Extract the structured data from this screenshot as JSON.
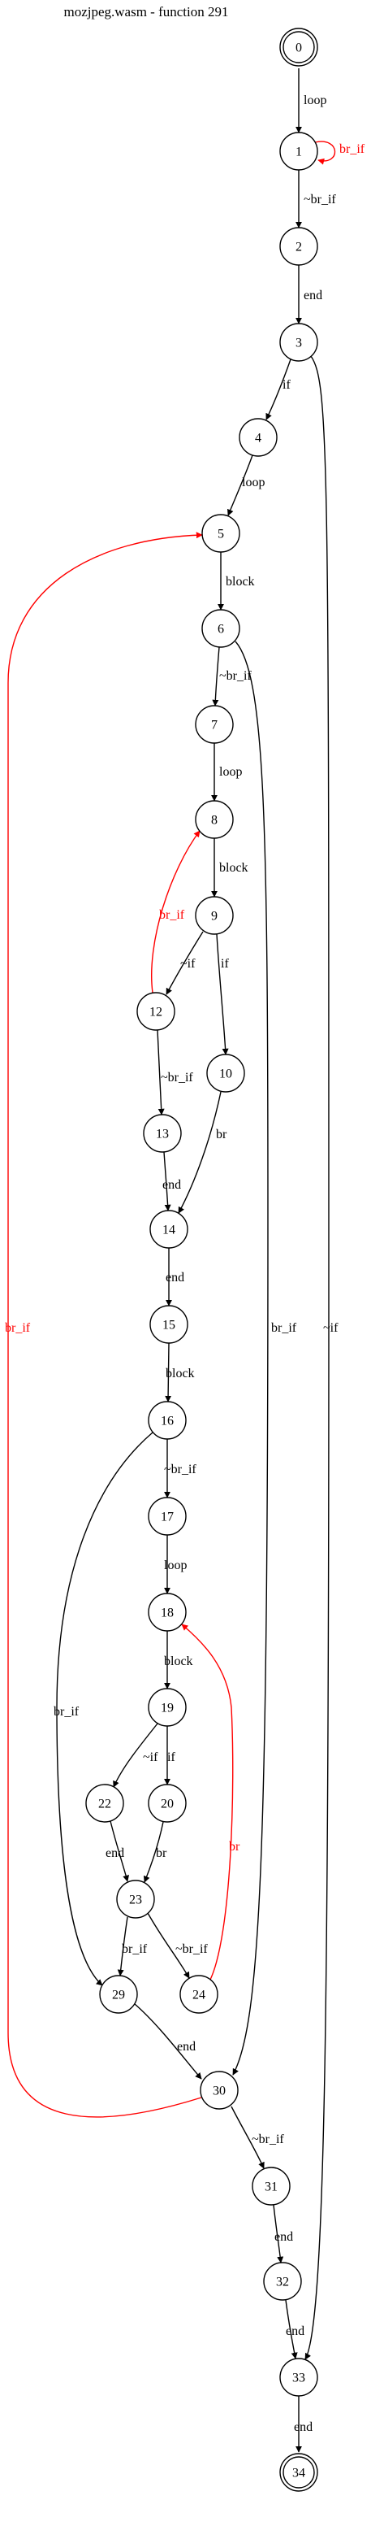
{
  "graph": {
    "title": "mozjpeg.wasm - function 291",
    "colors": {
      "normal": "#000000",
      "branch": "#ff0000"
    },
    "nodes": [
      {
        "id": "0",
        "terminal": true
      },
      {
        "id": "1"
      },
      {
        "id": "2"
      },
      {
        "id": "3"
      },
      {
        "id": "4"
      },
      {
        "id": "5"
      },
      {
        "id": "6"
      },
      {
        "id": "7"
      },
      {
        "id": "8"
      },
      {
        "id": "9"
      },
      {
        "id": "12"
      },
      {
        "id": "10"
      },
      {
        "id": "13"
      },
      {
        "id": "14"
      },
      {
        "id": "15"
      },
      {
        "id": "16"
      },
      {
        "id": "17"
      },
      {
        "id": "18"
      },
      {
        "id": "19"
      },
      {
        "id": "22"
      },
      {
        "id": "20"
      },
      {
        "id": "23"
      },
      {
        "id": "29"
      },
      {
        "id": "24"
      },
      {
        "id": "30"
      },
      {
        "id": "31"
      },
      {
        "id": "32"
      },
      {
        "id": "33"
      },
      {
        "id": "34",
        "terminal": true
      }
    ],
    "edges": [
      {
        "from": "0",
        "to": "1",
        "label": "loop",
        "color": "normal"
      },
      {
        "from": "1",
        "to": "1",
        "label": "br_if",
        "color": "branch"
      },
      {
        "from": "1",
        "to": "2",
        "label": "~br_if",
        "color": "normal"
      },
      {
        "from": "2",
        "to": "3",
        "label": "end",
        "color": "normal"
      },
      {
        "from": "3",
        "to": "4",
        "label": "if",
        "color": "normal"
      },
      {
        "from": "3",
        "to": "33",
        "label": "~if",
        "color": "normal"
      },
      {
        "from": "4",
        "to": "5",
        "label": "loop",
        "color": "normal"
      },
      {
        "from": "5",
        "to": "6",
        "label": "block",
        "color": "normal"
      },
      {
        "from": "6",
        "to": "7",
        "label": "~br_if",
        "color": "normal"
      },
      {
        "from": "6",
        "to": "30",
        "label": "br_if",
        "color": "normal"
      },
      {
        "from": "7",
        "to": "8",
        "label": "loop",
        "color": "normal"
      },
      {
        "from": "8",
        "to": "9",
        "label": "block",
        "color": "normal"
      },
      {
        "from": "9",
        "to": "12",
        "label": "~if",
        "color": "normal"
      },
      {
        "from": "9",
        "to": "10",
        "label": "if",
        "color": "normal"
      },
      {
        "from": "12",
        "to": "8",
        "label": "br_if",
        "color": "branch"
      },
      {
        "from": "12",
        "to": "13",
        "label": "~br_if",
        "color": "normal"
      },
      {
        "from": "10",
        "to": "14",
        "label": "br",
        "color": "normal"
      },
      {
        "from": "13",
        "to": "14",
        "label": "end",
        "color": "normal"
      },
      {
        "from": "14",
        "to": "15",
        "label": "end",
        "color": "normal"
      },
      {
        "from": "15",
        "to": "16",
        "label": "block",
        "color": "normal"
      },
      {
        "from": "16",
        "to": "17",
        "label": "~br_if",
        "color": "normal"
      },
      {
        "from": "16",
        "to": "29",
        "label": "br_if",
        "color": "normal"
      },
      {
        "from": "17",
        "to": "18",
        "label": "loop",
        "color": "normal"
      },
      {
        "from": "18",
        "to": "19",
        "label": "block",
        "color": "normal"
      },
      {
        "from": "19",
        "to": "22",
        "label": "~if",
        "color": "normal"
      },
      {
        "from": "19",
        "to": "20",
        "label": "if",
        "color": "normal"
      },
      {
        "from": "22",
        "to": "23",
        "label": "end",
        "color": "normal"
      },
      {
        "from": "20",
        "to": "23",
        "label": "br",
        "color": "normal"
      },
      {
        "from": "23",
        "to": "29",
        "label": "br_if",
        "color": "normal"
      },
      {
        "from": "23",
        "to": "24",
        "label": "~br_if",
        "color": "normal"
      },
      {
        "from": "24",
        "to": "18",
        "label": "br",
        "color": "branch"
      },
      {
        "from": "29",
        "to": "30",
        "label": "end",
        "color": "normal"
      },
      {
        "from": "30",
        "to": "5",
        "label": "br_if",
        "color": "branch"
      },
      {
        "from": "30",
        "to": "31",
        "label": "~br_if",
        "color": "normal"
      },
      {
        "from": "31",
        "to": "32",
        "label": "end",
        "color": "normal"
      },
      {
        "from": "32",
        "to": "33",
        "label": "end",
        "color": "normal"
      },
      {
        "from": "33",
        "to": "34",
        "label": "end",
        "color": "normal"
      }
    ]
  }
}
